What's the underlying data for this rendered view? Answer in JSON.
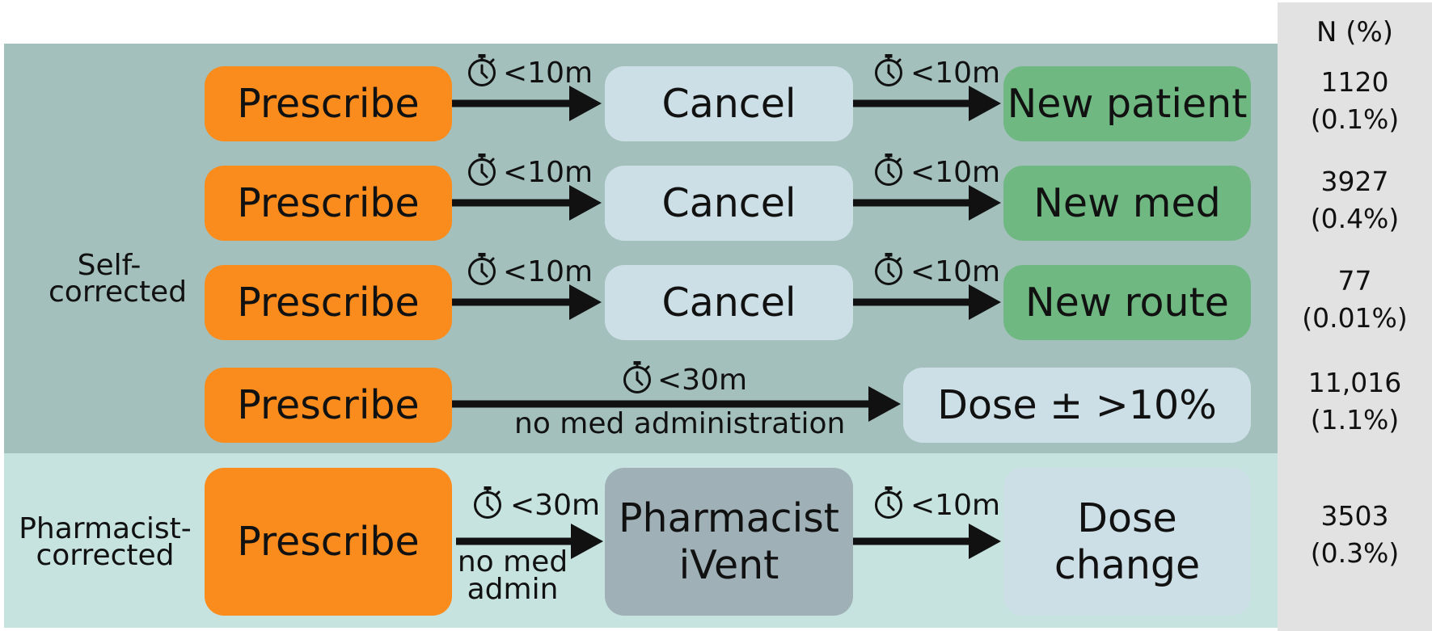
{
  "column_header": "N (%)",
  "groups": {
    "self": "Self-\ncorrected",
    "pharm": "Pharmacist-\ncorrected"
  },
  "rows": [
    {
      "start": "Prescribe",
      "t1": "<10m",
      "mid": "Cancel",
      "t2": "<10m",
      "end": "New patient",
      "n": "1120",
      "pct": "(0.1%)"
    },
    {
      "start": "Prescribe",
      "t1": "<10m",
      "mid": "Cancel",
      "t2": "<10m",
      "end": "New med",
      "n": "3927",
      "pct": "(0.4%)"
    },
    {
      "start": "Prescribe",
      "t1": "<10m",
      "mid": "Cancel",
      "t2": "<10m",
      "end": "New route",
      "n": "77",
      "pct": "(0.01%)"
    },
    {
      "start": "Prescribe",
      "t1": "<30m",
      "note": "no med administration",
      "end": "Dose ± >10%",
      "n": "11,016",
      "pct": "(1.1%)"
    },
    {
      "start": "Prescribe",
      "t1": "<30m",
      "note": "no med\nadmin",
      "mid": "Pharmacist\niVent",
      "t2": "<10m",
      "end": "Dose\nchange",
      "n": "3503",
      "pct": "(0.3%)"
    }
  ],
  "icons": {
    "timer": "stopwatch-icon",
    "arrow": "arrow-right-icon"
  },
  "colors": {
    "self_band": "#a3c0bc",
    "pharm_band": "#c6e3df",
    "n_column": "#e2e2e2",
    "prescribe": "#f98c1c",
    "neutral_box": "#cddfe6",
    "new_box": "#6fb882",
    "pharmacist_box": "#9fb0b7"
  }
}
